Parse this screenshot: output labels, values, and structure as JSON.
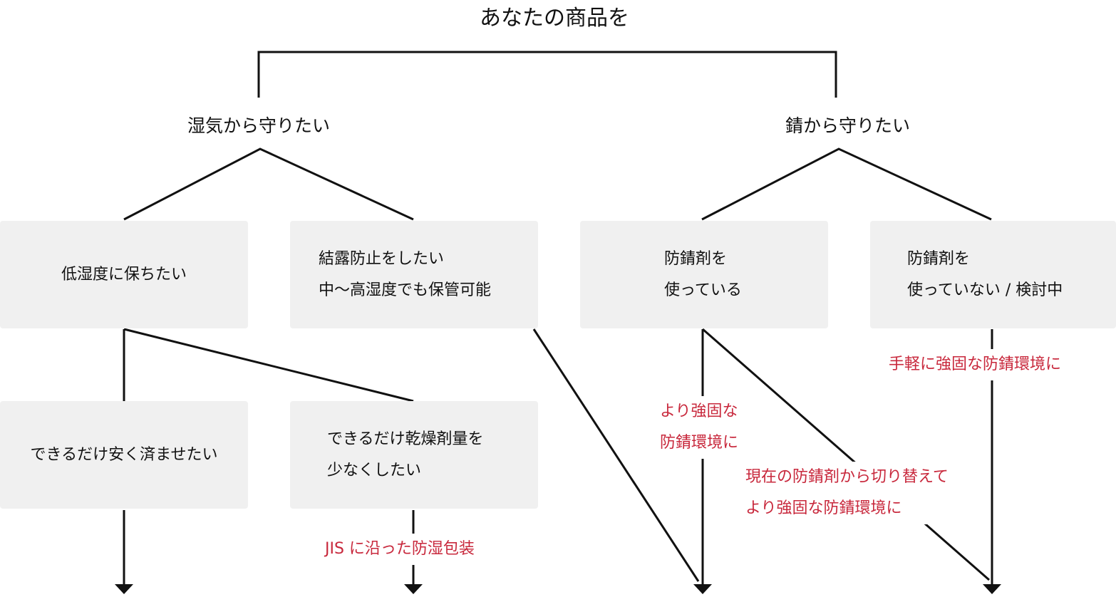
{
  "title": "あなたの商品を",
  "branches": {
    "moisture": "湿気から守りたい",
    "rust": "錆から守りたい"
  },
  "boxes": {
    "low_humidity": [
      "低湿度に保ちたい"
    ],
    "condensation": [
      "結露防止をしたい",
      "中〜高湿度でも保管可能"
    ],
    "using_inhibitor": [
      "防錆剤を",
      "使っている"
    ],
    "not_using_inhibitor": [
      "防錆剤を",
      "使っていない / 検討中"
    ],
    "cheap": [
      "できるだけ安く済ませたい"
    ],
    "less_desiccant": [
      "できるだけ乾燥剤量を",
      "少なくしたい"
    ]
  },
  "notes": {
    "jis": [
      "JIS に沿った防湿包装"
    ],
    "stronger": [
      "より強固な",
      "防錆環境に"
    ],
    "switch": [
      "現在の防錆剤から切り替えて",
      "より強固な防錆環境に"
    ],
    "easy": [
      "手軽に強固な防錆環境に"
    ]
  },
  "colors": {
    "line": "#111111",
    "box_fill": "#f0f0f0",
    "note_text": "#c8283c"
  }
}
